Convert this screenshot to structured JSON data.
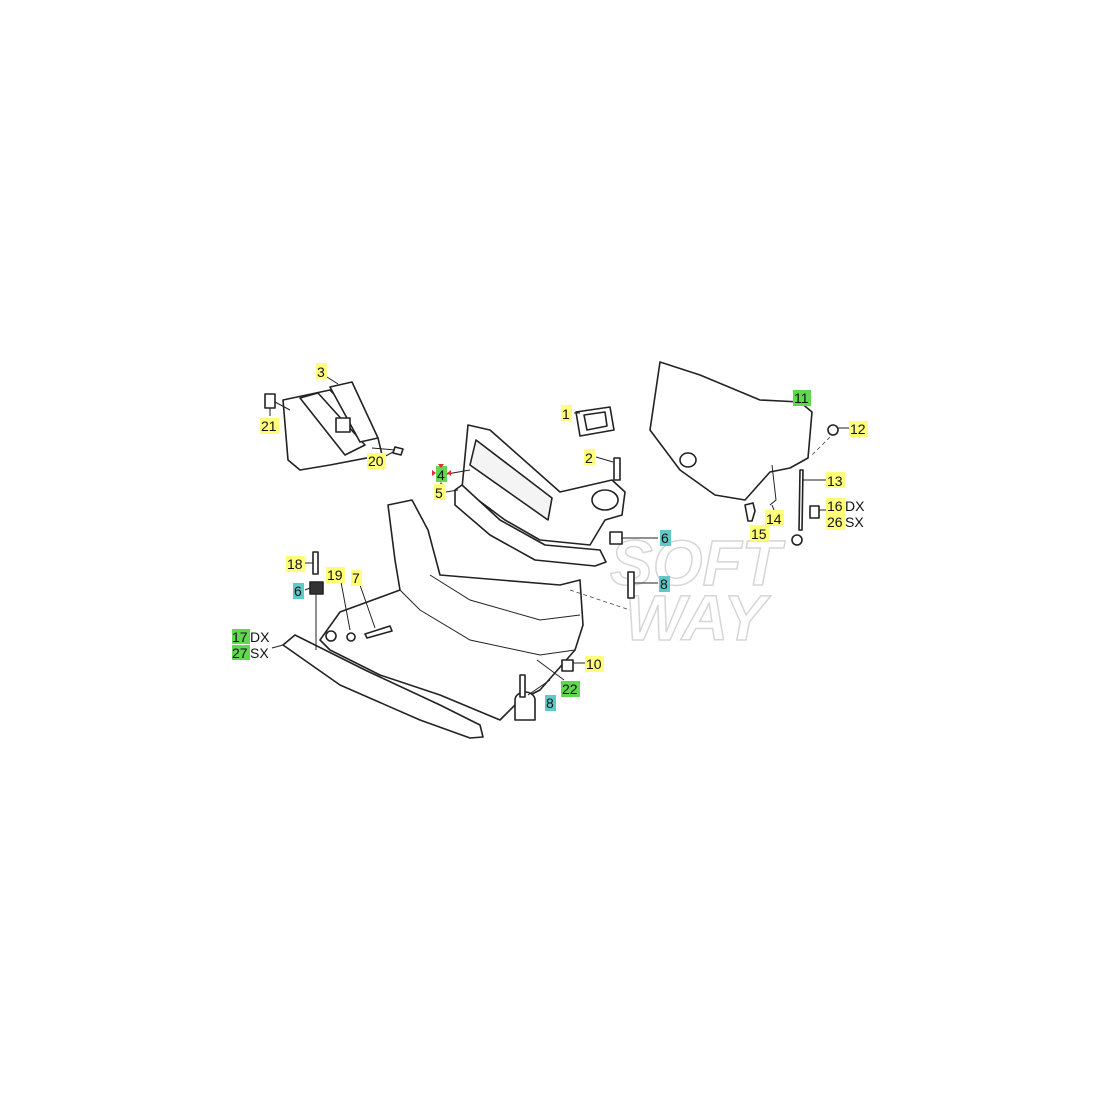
{
  "colors": {
    "yellow": "#ffff7a",
    "green": "#5fd84f",
    "cyan": "#5ec9c6",
    "red": "#e0302a"
  },
  "watermark": [
    "SOFT",
    "WAY"
  ],
  "labels": {
    "p1": "1",
    "p2": "2",
    "p3": "3",
    "p4": "4",
    "p5": "5",
    "p6a": "6",
    "p6b": "6",
    "p7": "7",
    "p8a": "8",
    "p8b": "8",
    "p10": "10",
    "p11": "11",
    "p12": "12",
    "p13": "13",
    "p14": "14",
    "p15": "15",
    "p16": "16",
    "p16s": "DX",
    "p26": "26",
    "p26s": "SX",
    "p17": "17",
    "p17s": "DX",
    "p27": "27",
    "p27s": "SX",
    "p18": "18",
    "p19": "19",
    "p20": "20",
    "p21": "21",
    "p22": "22"
  }
}
